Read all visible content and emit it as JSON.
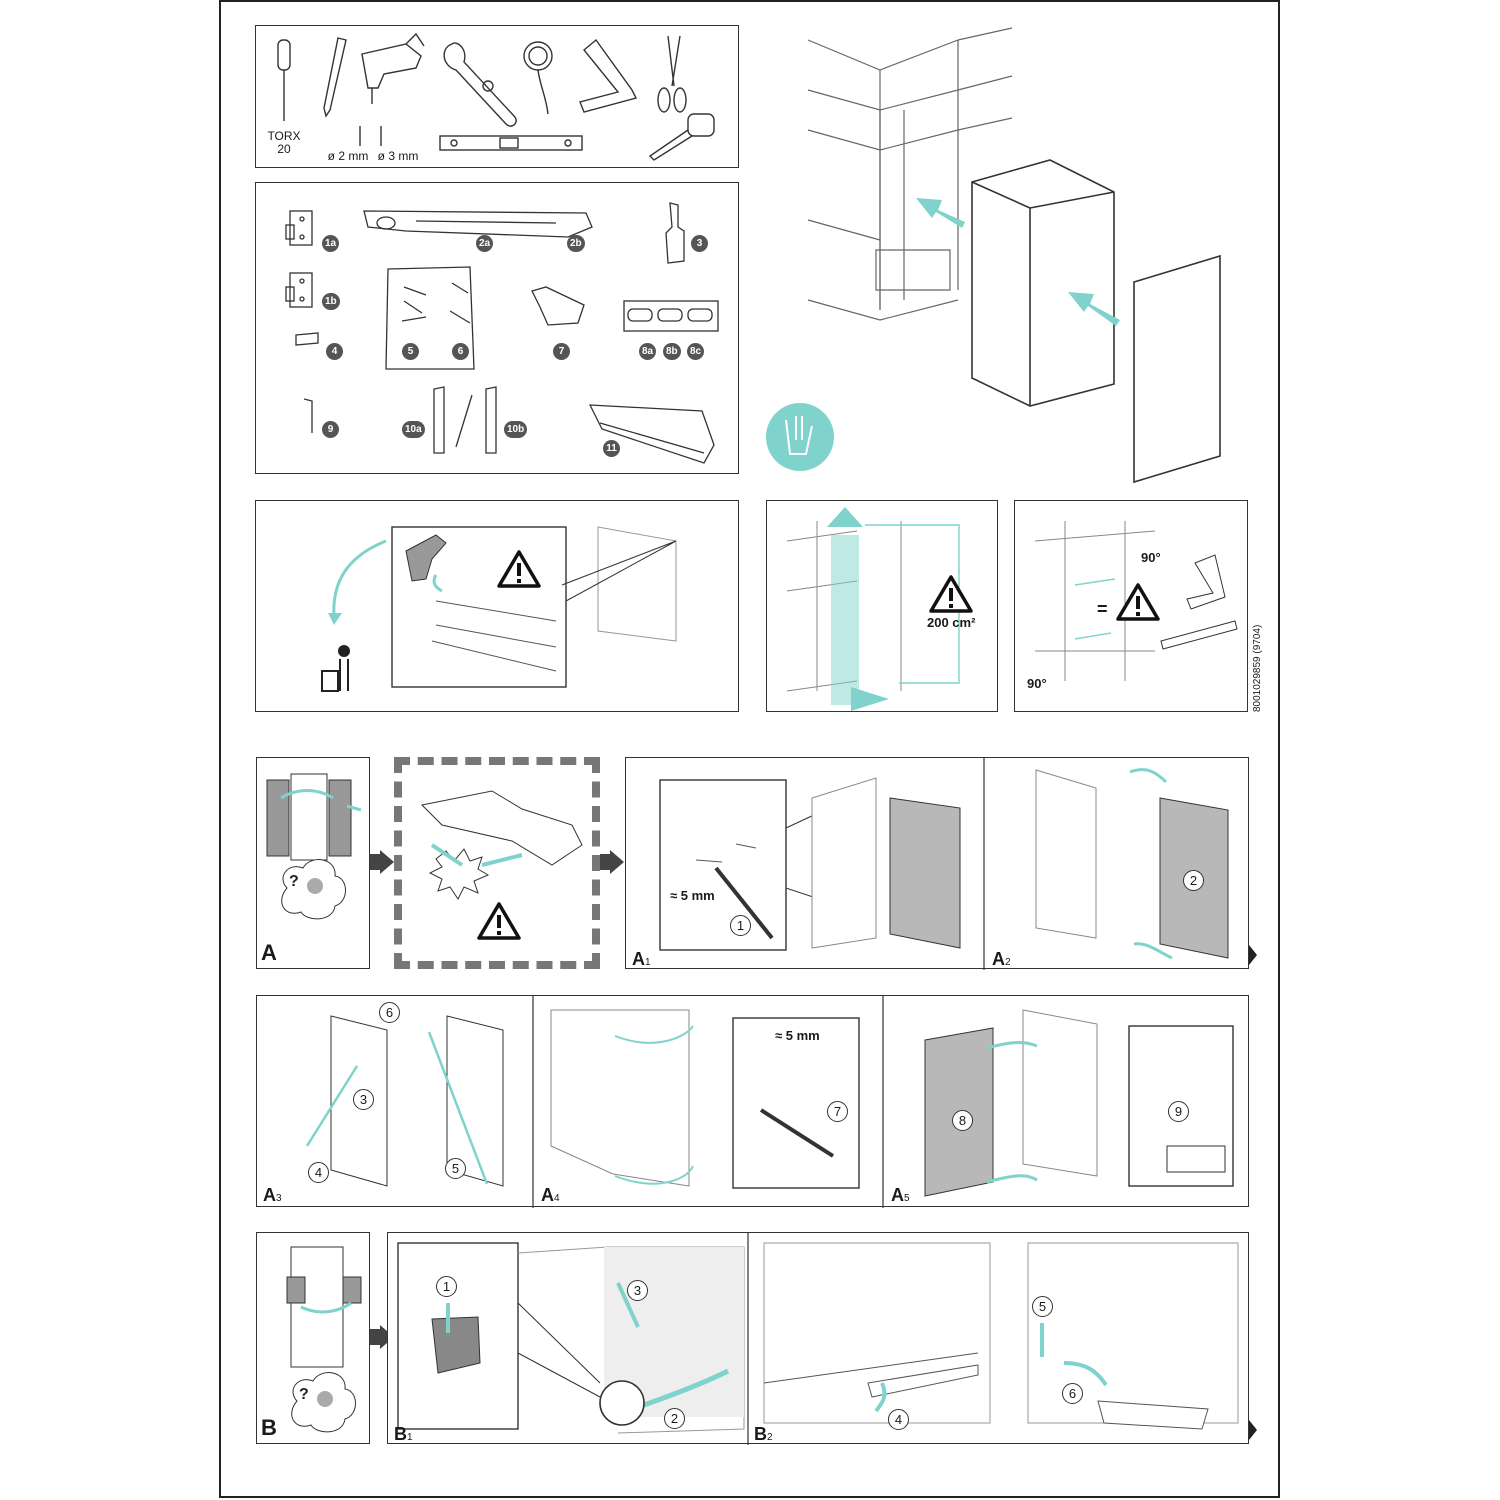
{
  "colors": {
    "accent": "#7fd3cc",
    "panel_border": "#333333",
    "door_fill": "#b8b8b8",
    "badge": "#555555"
  },
  "tools": {
    "screwdriver_label_1": "TORX",
    "screwdriver_label_2": "20",
    "drill_bit_1": "ø 2 mm",
    "drill_bit_2": "ø 3 mm"
  },
  "parts": {
    "p1a": "1a",
    "p1b": "1b",
    "p2a": "2a",
    "p2b": "2b",
    "p3": "3",
    "p4": "4",
    "p5": "5",
    "p6": "6",
    "p7": "7",
    "p8a": "8a",
    "p8b": "8b",
    "p8c": "8c",
    "p9": "9",
    "p10a": "10a",
    "p10b": "10b",
    "p11": "11"
  },
  "ventilation": {
    "area": "200 cm²"
  },
  "alignment": {
    "angle_top": "90°",
    "angle_bottom": "90°",
    "equal": "="
  },
  "doc_code": "8001029859 (9704)",
  "section_a": {
    "label": "A",
    "a1": {
      "letter": "A",
      "sub": "1",
      "measure": "≈ 5 mm",
      "step1": "1"
    },
    "a2": {
      "letter": "A",
      "sub": "2",
      "step2": "2"
    },
    "a3": {
      "letter": "A",
      "sub": "3",
      "step3": "3",
      "step4": "4",
      "step5": "5",
      "step6": "6"
    },
    "a4": {
      "letter": "A",
      "sub": "4",
      "measure": "≈ 5 mm",
      "step7": "7"
    },
    "a5": {
      "letter": "A",
      "sub": "5",
      "step8": "8",
      "step9": "9"
    }
  },
  "section_b": {
    "label": "B",
    "b1": {
      "letter": "B",
      "sub": "1",
      "step1": "1",
      "step2": "2",
      "step3": "3"
    },
    "b2": {
      "letter": "B",
      "sub": "2",
      "step4": "4",
      "step5": "5",
      "step6": "6"
    }
  },
  "icons": [
    "screwdriver-icon",
    "pencil-icon",
    "drill-icon",
    "wrench-icon",
    "cable-icon",
    "square-icon",
    "scissors-icon",
    "tape-measure-icon",
    "spirit-level-icon",
    "gloves-icon",
    "warning-icon",
    "trash-icon",
    "question-person-icon"
  ]
}
